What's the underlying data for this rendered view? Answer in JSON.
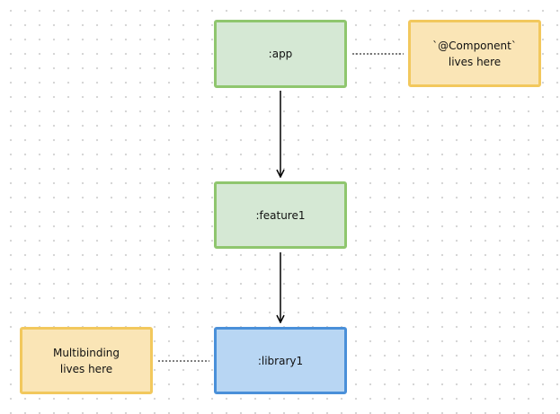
{
  "diagram": {
    "nodes": {
      "app": {
        "label": ":app"
      },
      "feature1": {
        "label": ":feature1"
      },
      "library1": {
        "label": ":library1"
      }
    },
    "notes": {
      "component": {
        "text": "`@Component`\nlives here"
      },
      "multibinding": {
        "text": "Multibinding\nlives here"
      }
    },
    "edges": [
      {
        "from": ":app",
        "to": ":feature1",
        "style": "arrow"
      },
      {
        "from": ":feature1",
        "to": ":library1",
        "style": "arrow"
      },
      {
        "from": "`@Component` lives here",
        "to": ":app",
        "style": "dotted"
      },
      {
        "from": "Multibinding lives here",
        "to": ":library1",
        "style": "dotted"
      }
    ],
    "colors": {
      "module_fill": "#d5e8d4",
      "module_border": "#8fc66e",
      "library_fill": "#b8d6f3",
      "library_border": "#4a90d9",
      "note_fill": "#fae5b6",
      "note_border": "#f2c85d",
      "edge": "#000000"
    }
  }
}
